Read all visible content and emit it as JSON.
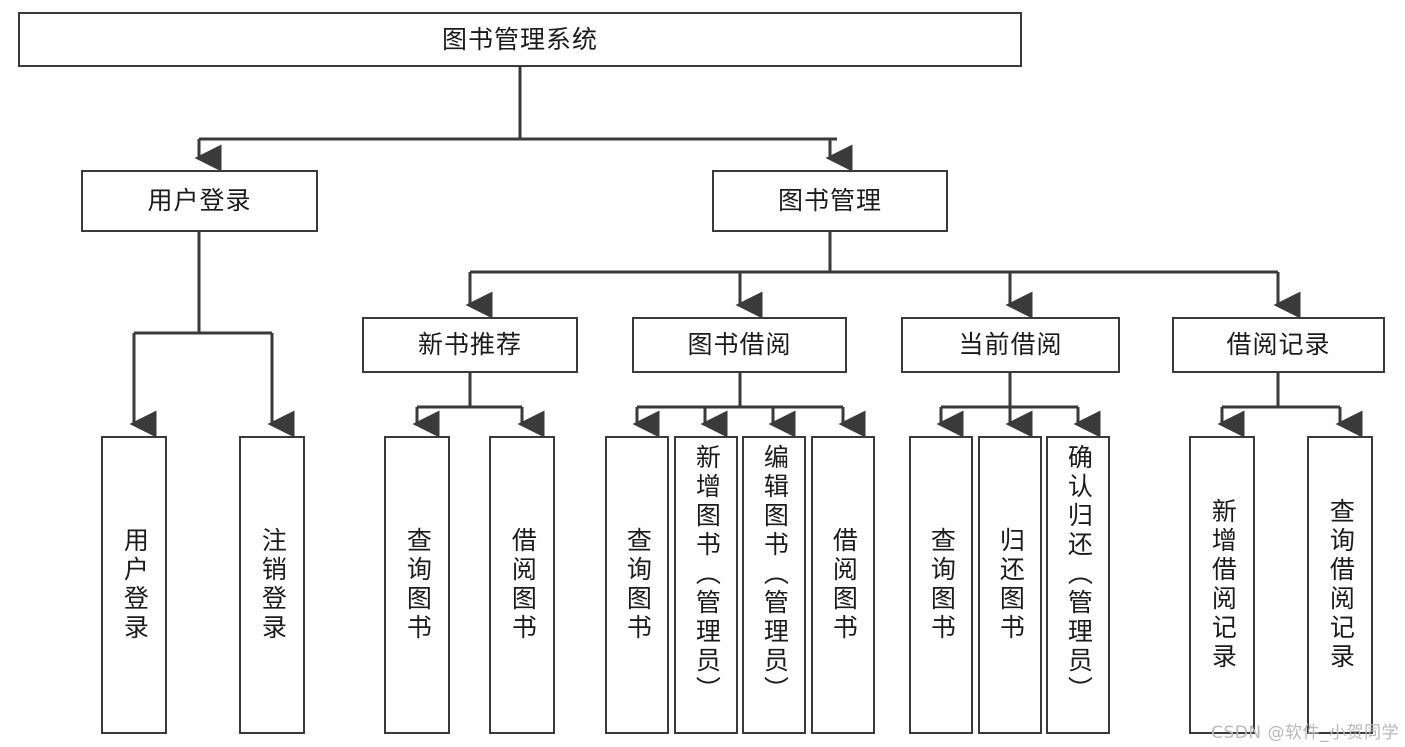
{
  "diagram": {
    "title": "图书管理系统",
    "type": "tree-hierarchy-diagram",
    "colors": {
      "stroke": "#3a3a3a",
      "fill": "#ffffff",
      "text": "#1b1b1b",
      "watermark": "#b9b9b9"
    },
    "root": {
      "label": "图书管理系统"
    },
    "level2": [
      {
        "label": "用户登录"
      },
      {
        "label": "图书管理"
      }
    ],
    "level3": [
      {
        "label": "新书推荐"
      },
      {
        "label": "图书借阅"
      },
      {
        "label": "当前借阅"
      },
      {
        "label": "借阅记录"
      }
    ],
    "leaves_login": [
      {
        "label": "用户登录"
      },
      {
        "label": "注销登录"
      }
    ],
    "leaves_newbook": [
      {
        "label": "查询图书"
      },
      {
        "label": "借阅图书"
      }
    ],
    "leaves_borrow": [
      {
        "label": "查询图书"
      },
      {
        "label": "新增图书（管理员）"
      },
      {
        "label": "编辑图书（管理员）"
      },
      {
        "label": "借阅图书"
      }
    ],
    "leaves_current": [
      {
        "label": "查询图书"
      },
      {
        "label": "归还图书"
      },
      {
        "label": "确认归还（管理员）"
      }
    ],
    "leaves_record": [
      {
        "label": "新增借阅记录"
      },
      {
        "label": "查询借阅记录"
      }
    ]
  },
  "watermark": {
    "text": "CSDN @软件_小贺同学"
  }
}
